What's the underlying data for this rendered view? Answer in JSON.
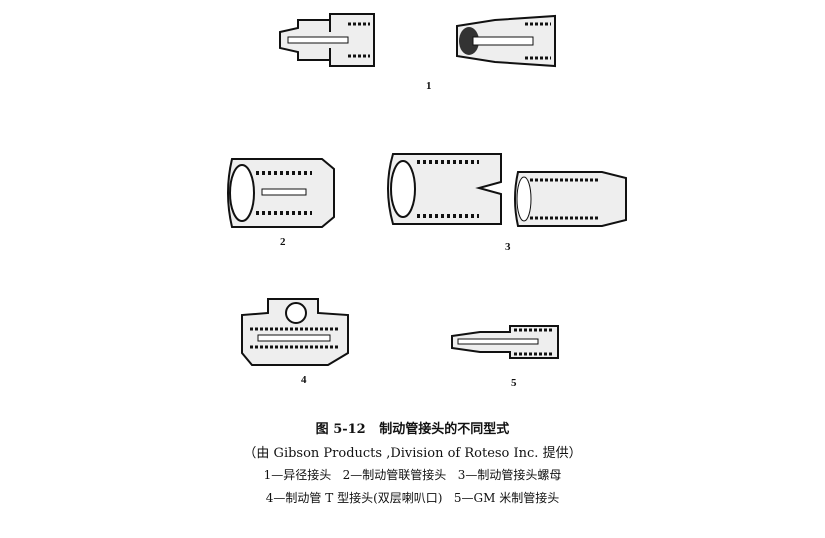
{
  "figure_labels": [
    "1",
    "2",
    "3",
    "4",
    "5"
  ],
  "caption": {
    "title": "图 5-12   制动管接头的不同型式",
    "credit": "（由 Gibson Products ,Division of Roteso Inc. 提供）",
    "legend_line1": "1—异径接头   2—制动管联管接头   3—制动管接头螺母",
    "legend_line2": "4—制动管 T 型接头(双层喇叭口)   5—GM 米制管接头"
  }
}
